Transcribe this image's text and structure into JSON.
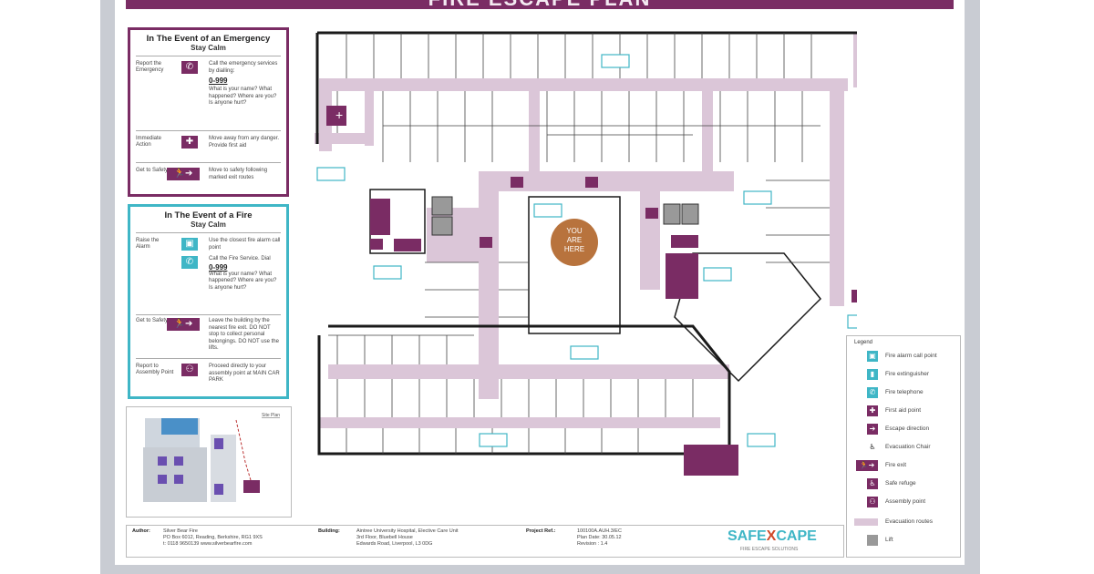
{
  "title": "FIRE ESCAPE PLAN",
  "colors": {
    "accent": "#7a2c64",
    "teal": "#3fb6c6",
    "route": "#dbc6d8",
    "wall": "#1a1a1a",
    "here": "#b8733d"
  },
  "emergency": {
    "heading": "In The Event of an Emergency",
    "sub": "Stay Calm",
    "rows": [
      {
        "label": "Report the Emergency",
        "icon": "phone-icon",
        "text": "Call the emergency services by dialling:",
        "number": "0-999",
        "extra": "What is your name? What happened? Where are you? Is anyone hurt?"
      },
      {
        "label": "Immediate Action",
        "icon": "first-aid-icon",
        "text": "Move away from any danger. Provide first aid"
      },
      {
        "label": "Get to Safety",
        "icon": "fire-exit-icon",
        "text": "Move to safety following marked exit routes"
      }
    ]
  },
  "fire": {
    "heading": "In The Event of a Fire",
    "sub": "Stay Calm",
    "rows": [
      {
        "label": "Raise the Alarm",
        "icon": "alarm-call-point-icon",
        "text": "Use the closest fire alarm call point"
      },
      {
        "label": "",
        "icon": "fire-telephone-icon",
        "text": "Call the Fire Service. Dial",
        "number": "0-999",
        "extra": "What is your name? What happened? Where are you? Is anyone hurt?"
      },
      {
        "label": "Get to Safety",
        "icon": "fire-exit-icon",
        "text": "Leave the building by the nearest fire exit. DO NOT stop to collect personal belongings. DO NOT use the lifts."
      },
      {
        "label": "Report to Assembly Point",
        "icon": "assembly-point-icon",
        "text": "Proceed directly to your assembly point at MAIN CAR PARK"
      }
    ]
  },
  "site_plan_label": "Site Plan",
  "you_are_here": [
    "YOU",
    "ARE",
    "HERE"
  ],
  "legend": {
    "title": "Legend",
    "items": [
      {
        "name": "Fire alarm call point",
        "icon": "alarm-call-point-icon",
        "style": "teal"
      },
      {
        "name": "Fire extinguisher",
        "icon": "fire-extinguisher-icon",
        "style": "teal"
      },
      {
        "name": "Fire telephone",
        "icon": "fire-telephone-icon",
        "style": "teal"
      },
      {
        "name": "First aid point",
        "icon": "first-aid-icon",
        "style": "accent"
      },
      {
        "name": "Escape direction",
        "icon": "escape-direction-icon",
        "style": "accent"
      },
      {
        "name": "Evacuation Chair",
        "icon": "evacuation-chair-icon",
        "style": "none"
      },
      {
        "name": "Fire exit",
        "icon": "fire-exit-icon",
        "style": "accent"
      },
      {
        "name": "Safe refuge",
        "icon": "safe-refuge-icon",
        "style": "accent"
      },
      {
        "name": "Assembly point",
        "icon": "assembly-point-icon",
        "style": "accent"
      },
      {
        "name": "Evacuation routes",
        "icon": "route-swatch",
        "style": "route"
      },
      {
        "name": "Lift",
        "icon": "lift-icon",
        "style": "grey"
      }
    ]
  },
  "footer": {
    "author_label": "Author:",
    "author": [
      "Silver Bear Fire",
      "PO Box 6012, Reading, Berkshire, RG1 9XS",
      "t: 0118 9650139   www.silverbearfire.com"
    ],
    "building_label": "Building:",
    "building": [
      "Aintree University Hospital, Elective Care Unit",
      "3rd Floor, Bluebell House",
      "Edwards Road, Liverpool, L3 0DG"
    ],
    "project_label": "Project Ref.:",
    "project": [
      "100100A.AUH.3/EC",
      "Plan Date: 30.05.12",
      "Revision : 1.4"
    ]
  },
  "logo": {
    "main_a": "SAFE",
    "main_x": "X",
    "main_b": "CAPE",
    "sub": "FIRE ESCAPE SOLUTIONS"
  }
}
